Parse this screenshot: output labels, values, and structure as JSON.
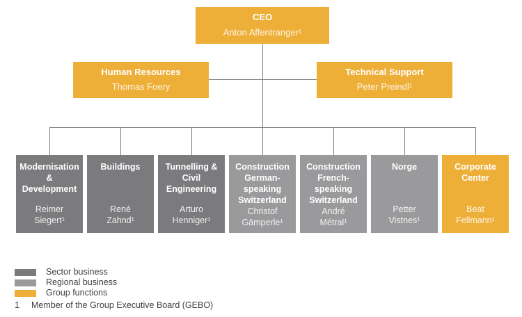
{
  "chart": {
    "ceo": {
      "title": "CEO",
      "name": "Anton Affentranger¹",
      "type": "group"
    },
    "staff": [
      {
        "title": "Human Resources",
        "name": "Thomas Foery",
        "type": "group"
      },
      {
        "title": "Technical Support",
        "name": "Peter Preindl¹",
        "type": "group"
      }
    ],
    "units": [
      {
        "title": "Modernisation\n&\nDevelopment",
        "name": "Reimer\nSiegert¹",
        "type": "sector"
      },
      {
        "title": "Buildings",
        "name": "René\nZahnd¹",
        "type": "sector"
      },
      {
        "title": "Tunnelling &\nCivil\nEngineering",
        "name": "Arturo\nHenniger¹",
        "type": "sector"
      },
      {
        "title": "Construction\nGerman-\nspeaking\nSwitzerland",
        "name": "Christof\nGämperle¹",
        "type": "regional"
      },
      {
        "title": "Construction\nFrench-\nspeaking\nSwitzerland",
        "name": "André\nMétral¹",
        "type": "regional"
      },
      {
        "title": "Norge",
        "name": "Petter\nVistnes¹",
        "type": "regional"
      },
      {
        "title": "Corporate\nCenter",
        "name": "Beat\nFellmann¹",
        "type": "group"
      }
    ]
  },
  "legend": {
    "items": [
      {
        "label": "Sector business",
        "type": "sector"
      },
      {
        "label": "Regional business",
        "type": "regional"
      },
      {
        "label": "Group functions",
        "type": "group"
      }
    ]
  },
  "footnote": {
    "marker": "1",
    "text": "Member of the Group Executive Board (GEBO)"
  },
  "palette": {
    "group_yellow": "#eeaf38",
    "sector_dark_gray": "#7b7b7e",
    "regional_light_gray": "#9a9a9c",
    "connector_line": "#7e7e81",
    "text_dark": "#404042",
    "box_text": "#ffffff"
  }
}
